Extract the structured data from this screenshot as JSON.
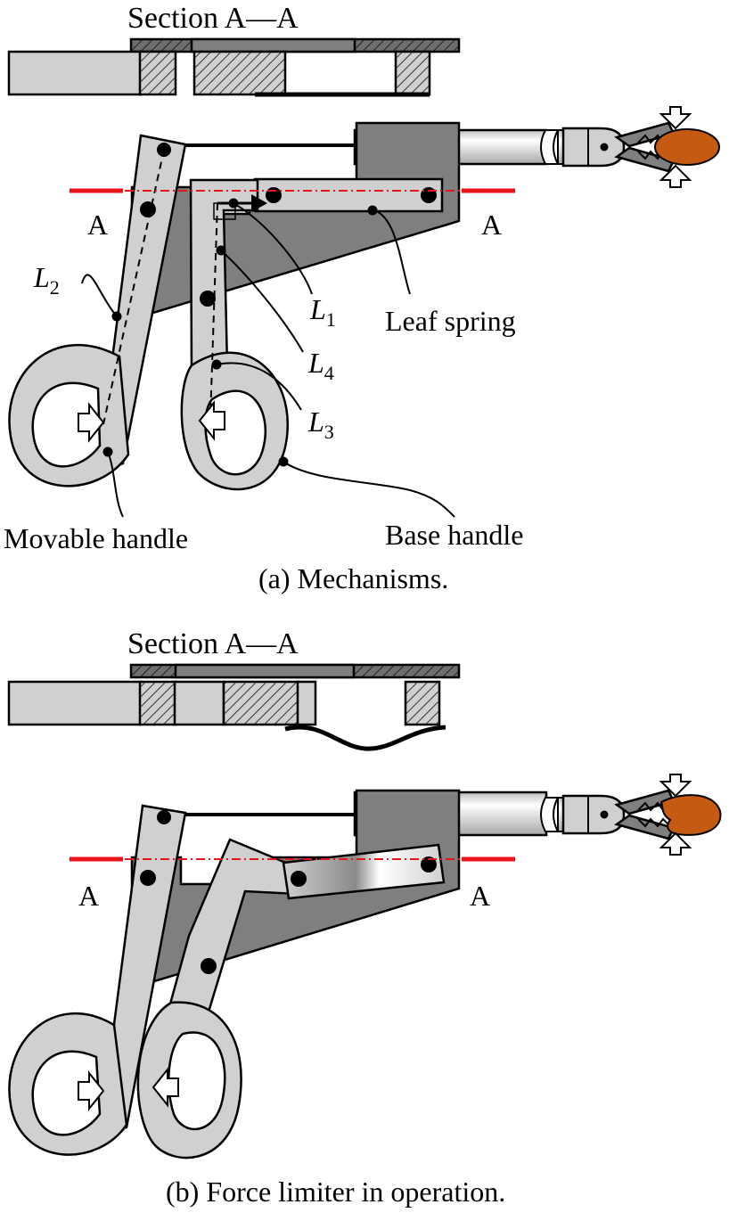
{
  "panel_a": {
    "section_title": "Section A—A",
    "cut_label_left": "A",
    "cut_label_right": "A",
    "labels": {
      "l1": {
        "letter": "L",
        "sub": "1"
      },
      "l2": {
        "letter": "L",
        "sub": "2"
      },
      "l3": {
        "letter": "L",
        "sub": "3"
      },
      "l4": {
        "letter": "L",
        "sub": "4"
      },
      "leaf_spring": "Leaf spring",
      "movable_handle": "Movable handle",
      "base_handle": "Base handle"
    },
    "caption": "(a) Mechanisms."
  },
  "panel_b": {
    "section_title": "Section A—A",
    "cut_label_left": "A",
    "cut_label_right": "A",
    "caption": "(b) Force limiter in operation."
  },
  "colors": {
    "light_part": "#d0d0d0",
    "dark_part": "#7f7f7f",
    "section_line": "#e8141a",
    "tissue": "#c55a11"
  }
}
